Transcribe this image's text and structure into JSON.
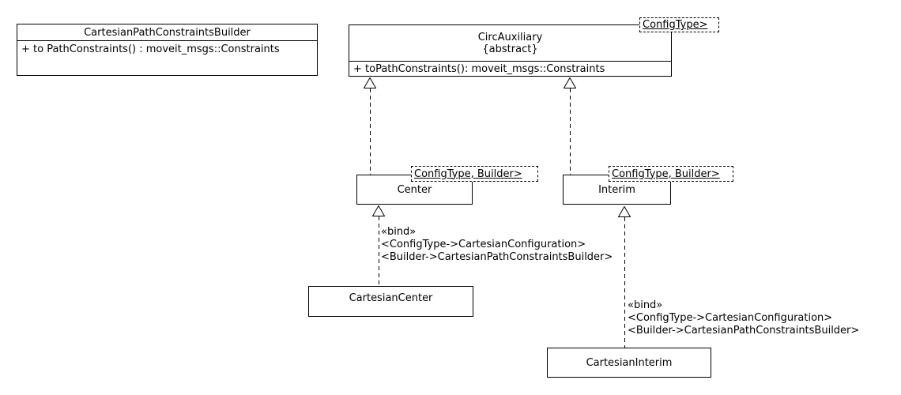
{
  "diagram_type": "uml-class-diagram",
  "colors": {
    "line": "#000000",
    "background": "#ffffff",
    "text": "#000000"
  },
  "classes": {
    "builder": {
      "title": "CartesianPathConstraintsBuilder",
      "method": "+ to PathConstraints() : moveit_msgs::Constraints"
    },
    "circ_auxiliary": {
      "title": "CircAuxiliary",
      "stereotype": "{abstract}",
      "template_params": "ConfigType>",
      "method": "+ toPathConstraints(): moveit_msgs::Constraints"
    },
    "center": {
      "title": "Center",
      "template_params": "ConfigType, Builder>"
    },
    "interim": {
      "title": "Interim",
      "template_params": "ConfigType, Builder>"
    },
    "cartesian_center": {
      "title": "CartesianCenter"
    },
    "cartesian_interim": {
      "title": "CartesianInterim"
    }
  },
  "bind_labels": {
    "center": {
      "stereotype": "«bind»",
      "config_line": "<ConfigType->CartesianConfiguration>",
      "builder_line": "<Builder->CartesianPathConstraintsBuilder>"
    },
    "interim": {
      "stereotype": "«bind»",
      "config_line": "<ConfigType->CartesianConfiguration>",
      "builder_line": "<Builder->CartesianPathConstraintsBuilder>"
    }
  }
}
